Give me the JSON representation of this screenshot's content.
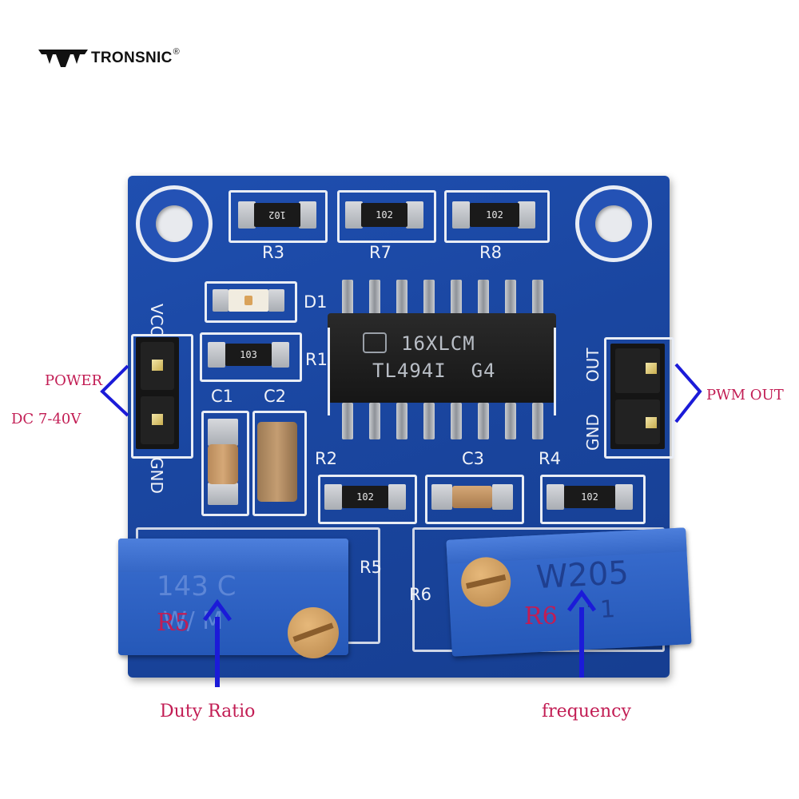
{
  "brand": {
    "name": "TRONSNIC",
    "mark": "®"
  },
  "board": {
    "chip": {
      "line1": "16XLCM",
      "line2": "TL494I  G4"
    },
    "silkscreen": {
      "r3": "R3",
      "r7": "R7",
      "r8": "R8",
      "d1": "D1",
      "r1": "R1",
      "c1": "C1",
      "c2": "C2",
      "r2": "R2",
      "c3": "C3",
      "r4": "R4",
      "r5": "R5",
      "r6": "R6",
      "vcc": "VCC",
      "gnd_left": "GND",
      "out": "OUT",
      "gnd_right": "GND"
    },
    "resistor_codes": {
      "r3": "102",
      "r7": "102",
      "r8": "102",
      "r1": "103",
      "r2": "102",
      "r4": "102"
    },
    "trimmer_left": {
      "line1": "143 C",
      "line2": "W/ M"
    },
    "trimmer_right": {
      "line1": "W205",
      "line2": "' 1"
    }
  },
  "annotations": {
    "power": "POWER",
    "dc": "DC 7-40V",
    "pwm_out": "PWM OUT",
    "r5_label": "R5",
    "r6_label": "R6",
    "duty_ratio": "Duty Ratio",
    "frequency": "frequency"
  },
  "colors": {
    "pcb_blue": "#1d4aa8",
    "annotation_text": "#c21d54",
    "arrow_blue": "#1b1bd8",
    "trimmer_blue": "#2e62c6"
  }
}
